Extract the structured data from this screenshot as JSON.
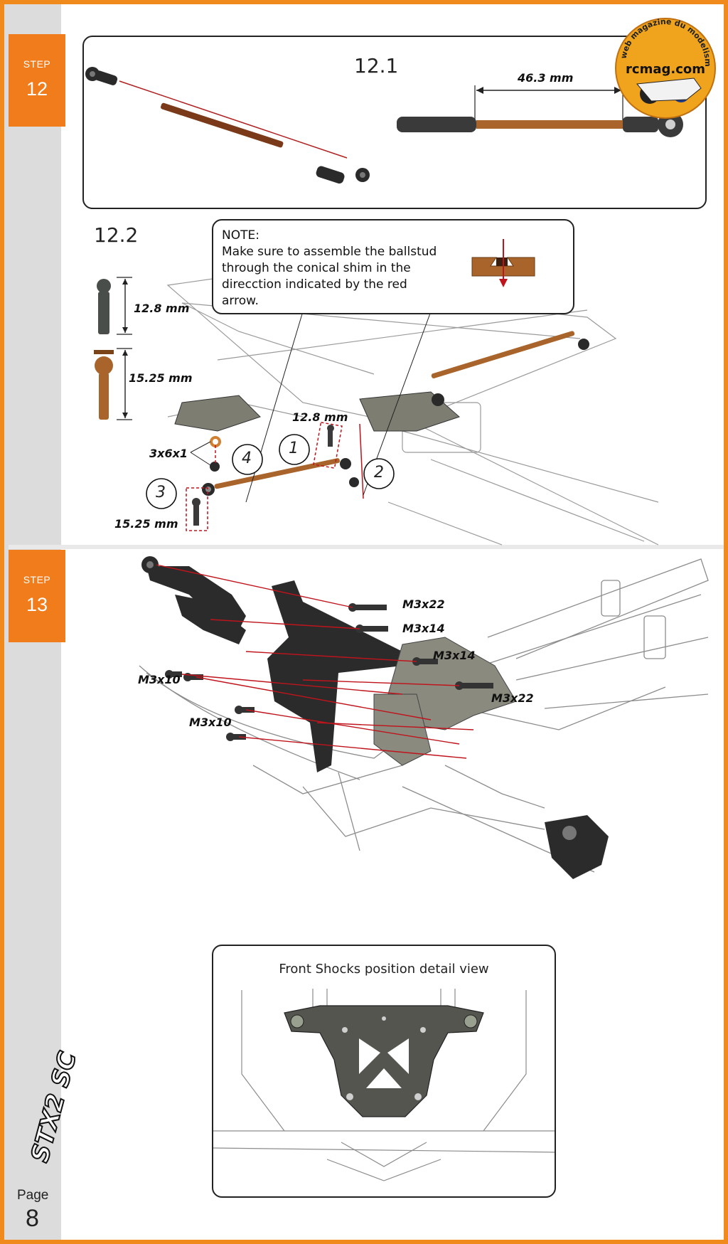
{
  "steps": [
    {
      "label": "STEP",
      "number": "12"
    },
    {
      "label": "STEP",
      "number": "13"
    }
  ],
  "step12": {
    "sub1_title": "12.1",
    "rod_length": "46.3 mm",
    "sub2_title": "12.2",
    "ballstud_small": "12.8 mm",
    "ballstud_large": "15.25 mm",
    "shim": "3x6x1",
    "ballstud_small_inline": "12.8 mm",
    "ballstud_large_inline": "15.25 mm",
    "order": [
      "1",
      "2",
      "3",
      "4"
    ],
    "note": {
      "heading": "NOTE:",
      "body": "Make sure to assemble the ballstud\nthrough the conical shim in the\ndirecction indicated by the red\narrow."
    }
  },
  "step13": {
    "screws": [
      "M3x22",
      "M3x14",
      "M3x14",
      "M3x22",
      "M3x10",
      "M3x10"
    ],
    "detail_caption": "Front Shocks position detail view"
  },
  "watermark": {
    "tagline": "Le web magazine du modelisme",
    "site": "rcmag.com"
  },
  "footer": {
    "model_logo": "STX2 SC",
    "page_label": "Page",
    "page_number": "8"
  },
  "colors": {
    "accent_orange": "#f07c1c",
    "sidebar_gray": "#dcdcdc",
    "guide_red": "#c0141c",
    "bronze": "#a8642a"
  }
}
